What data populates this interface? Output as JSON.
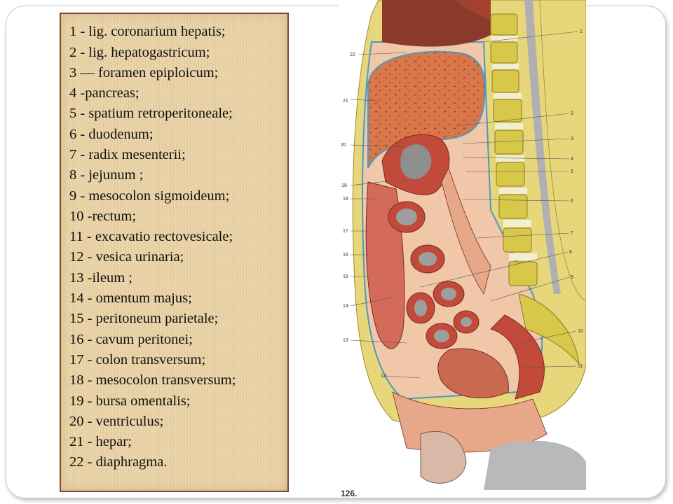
{
  "legend": {
    "items": [
      "1 - lig. coronarium hepatis;",
      "2 - lig. hepatogastricum;",
      "3 — foramen epiploicum;",
      "4 -pancreas;",
      "5 - spatium retroperitoneale;",
      " 6 - duodenum;",
      "7 - radix mesenterii;",
      "8 - jejunum ;",
      "9 - mesocolon sigmoideum;",
      "10 -rectum;",
      "11 - excavatio rectovesicale;",
      "12 - vesica urinaria;",
      "13 -ileum ;",
      "14 - omentum majus;",
      "15 - peritoneum parietale;",
      "16 - cavum peritonei;",
      " 17 - colon transversum;",
      "18 - mesocolon transversum;",
      "19 - bursa omentalis;",
      "20 - ventriculus;",
      "21 - hepar;",
      "22 - diaphragma."
    ]
  },
  "figure": {
    "number": "126.",
    "right_labels": [
      "1",
      "2",
      "3",
      "4",
      "5",
      "6",
      "7",
      "8",
      "9",
      "10",
      "11"
    ],
    "left_labels": [
      "22",
      "21",
      "20",
      "19",
      "18",
      "17",
      "16",
      "15",
      "14",
      "13",
      "12"
    ]
  },
  "colors": {
    "legend_bg": "#e9d2a6",
    "legend_border": "#7a4a33",
    "liver": "#d9774a",
    "vertebra": "#d8c84a",
    "peritoneum": "#4a9ac0",
    "intestine": "#c24a3a"
  }
}
